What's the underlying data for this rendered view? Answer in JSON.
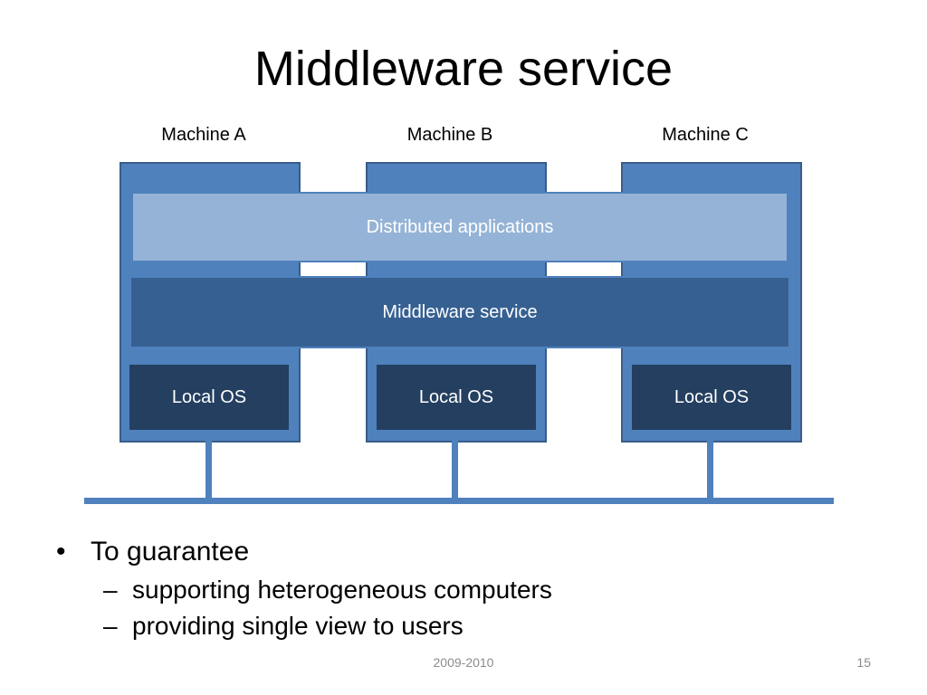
{
  "slide": {
    "title": "Middleware service",
    "footer_date": "2009-2010",
    "page_number": "15"
  },
  "diagram": {
    "machines": [
      {
        "label": "Machine A",
        "os_label": "Local OS"
      },
      {
        "label": "Machine B",
        "os_label": "Local OS"
      },
      {
        "label": "Machine C",
        "os_label": "Local OS"
      }
    ],
    "layers": {
      "applications": "Distributed applications",
      "middleware": "Middleware service"
    },
    "colors": {
      "machine_fill": "#4f81bd",
      "applications_fill": "#95b3d7",
      "middleware_fill": "#376092",
      "os_fill": "#243f60",
      "network_line": "#4f81bd"
    }
  },
  "bullets": {
    "main": {
      "marker": "•",
      "text": "To guarantee"
    },
    "sub": [
      {
        "marker": "–",
        "text": "supporting heterogeneous computers"
      },
      {
        "marker": "–",
        "text": "providing single view to users"
      }
    ]
  }
}
